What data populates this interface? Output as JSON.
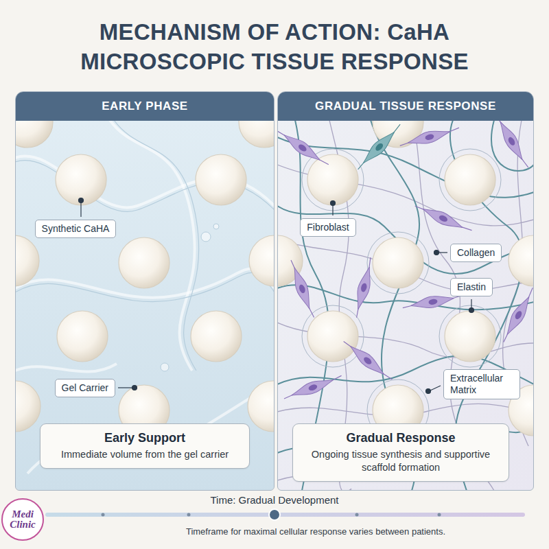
{
  "diagram": {
    "title": "MECHANISM OF ACTION: CaHA MICROSCOPIC TISSUE RESPONSE",
    "caption": "Timeframe for maximal cellular response varies between patients.",
    "nodes": [
      {
        "text": [
          "EARLY PHASE"
        ]
      },
      {
        "text": [
          "Synthetic CaHA"
        ],
        "in": 0
      },
      {
        "text": [
          "Gel Carrier"
        ],
        "in": 0
      },
      {
        "text": [
          "Early Support",
          "Immediate volume from the gel carrier"
        ],
        "in": 0
      },
      {
        "text": [
          "GRADUAL TISSUE RESPONSE"
        ]
      },
      {
        "text": [
          "Fibroblast"
        ],
        "in": 4
      },
      {
        "text": [
          "Collagen"
        ],
        "in": 4
      },
      {
        "text": [
          "Elastin"
        ],
        "in": 4
      },
      {
        "text": [
          "Extracellular Matrix"
        ],
        "in": 4
      },
      {
        "text": [
          "Gradual Response",
          "Ongoing tissue synthesis and supportive scaffold formation"
        ],
        "in": 4
      },
      {
        "text": [
          "Medi Clinic"
        ]
      }
    ],
    "labels": [
      "Time: Gradual Development"
    ]
  }
}
